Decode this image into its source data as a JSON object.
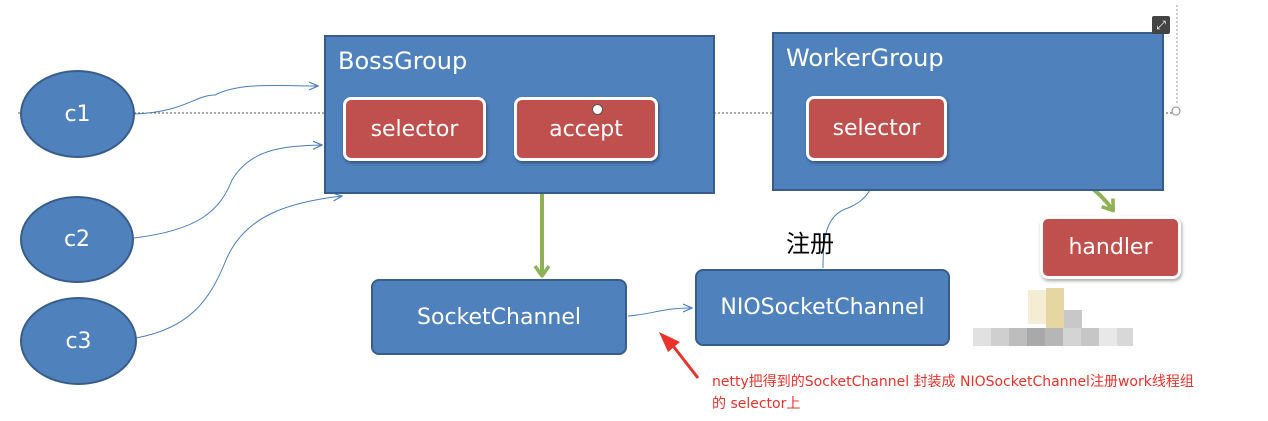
{
  "clients": [
    "c1",
    "c2",
    "c3"
  ],
  "boss_group": {
    "title": "BossGroup",
    "selector_label": "selector",
    "accept_label": "accept"
  },
  "worker_group": {
    "title": "WorkerGroup",
    "selector_label": "selector"
  },
  "handler_label": "handler",
  "socket_channel_label": "SocketChannel",
  "nio_socket_channel_label": "NIOSocketChannel",
  "register_label": "注册",
  "annotation": {
    "line1": "netty把得到的SocketChannel 封装成 NIOSocketChannel注册work线程组",
    "line2": "的 selector上"
  },
  "icons": [
    "expand-icon"
  ],
  "colors": {
    "box_blue": "#4f81bd",
    "box_border": "#385d8a",
    "pill_red": "#c0504d",
    "arrow_green": "#8db255",
    "annotation_red": "#e8322b"
  }
}
